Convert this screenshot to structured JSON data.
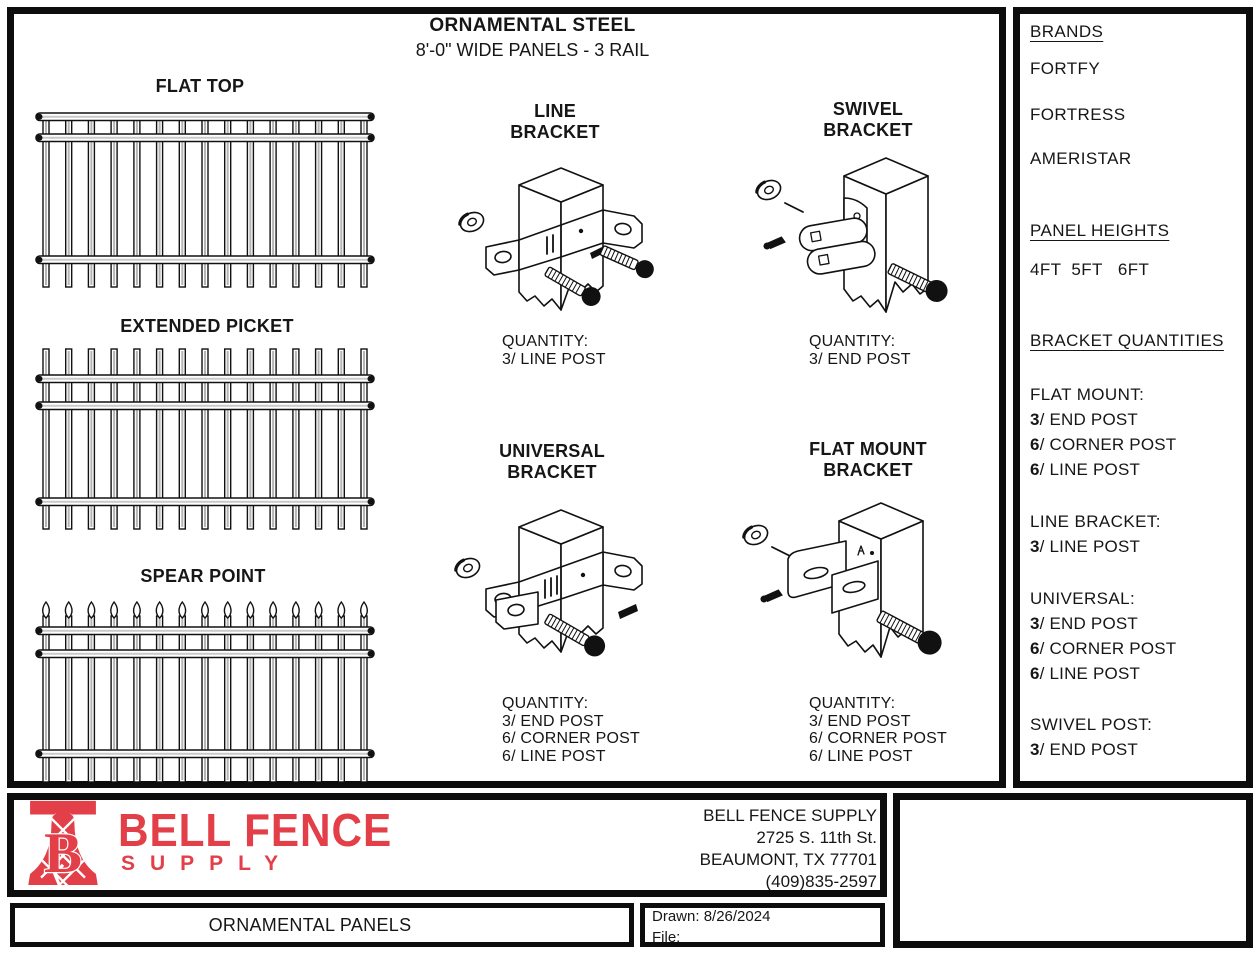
{
  "header": {
    "title": "ORNAMENTAL STEEL",
    "subtitle": "8'-0\" WIDE PANELS - 3 RAIL"
  },
  "panels": [
    {
      "label": "FLAT TOP",
      "style": "flat-top"
    },
    {
      "label": "EXTENDED PICKET",
      "style": "extended-picket"
    },
    {
      "label": "SPEAR POINT",
      "style": "spear-point"
    }
  ],
  "brackets": [
    {
      "name_line1": "LINE",
      "name_line2": "BRACKET",
      "quantity_heading": "QUANTITY:",
      "quantities": [
        "3/ LINE POST"
      ]
    },
    {
      "name_line1": "SWIVEL",
      "name_line2": "BRACKET",
      "quantity_heading": "QUANTITY:",
      "quantities": [
        "3/ END POST"
      ]
    },
    {
      "name_line1": "UNIVERSAL",
      "name_line2": "BRACKET",
      "quantity_heading": "QUANTITY:",
      "quantities": [
        "3/ END POST",
        "6/ CORNER POST",
        "6/ LINE POST"
      ]
    },
    {
      "name_line1": "FLAT MOUNT",
      "name_line2": "BRACKET",
      "quantity_heading": "QUANTITY:",
      "quantities": [
        "3/ END POST",
        "6/ CORNER POST",
        "6/ LINE POST"
      ]
    }
  ],
  "sidebar": {
    "brands": {
      "heading": "BRANDS",
      "items": [
        "FORTFY",
        "FORTRESS",
        "AMERISTAR"
      ]
    },
    "panel_heights": {
      "heading": "PANEL HEIGHTS",
      "value": "4FT  5FT   6FT"
    },
    "bracket_quantities": {
      "heading": "BRACKET QUANTITIES",
      "groups": [
        {
          "name": "FLAT MOUNT:",
          "rows": [
            [
              "3",
              "/ END POST"
            ],
            [
              "6",
              "/ CORNER POST"
            ],
            [
              "6",
              "/ LINE POST"
            ]
          ]
        },
        {
          "name": "LINE BRACKET:",
          "rows": [
            [
              "3",
              "/ LINE POST"
            ]
          ]
        },
        {
          "name": "UNIVERSAL:",
          "rows": [
            [
              "3",
              "/ END POST"
            ],
            [
              "6",
              "/ CORNER POST"
            ],
            [
              "6",
              "/ LINE POST"
            ]
          ]
        },
        {
          "name": "SWIVEL POST:",
          "rows": [
            [
              "3",
              "/ END POST"
            ]
          ]
        }
      ]
    }
  },
  "title_block": {
    "logo": {
      "name": "BELL FENCE",
      "subname": "SUPPLY",
      "monogram": "B",
      "color": "#e23f49"
    },
    "address_lines": [
      "BELL FENCE SUPPLY",
      "2725 S. 11th St.",
      "BEAUMONT, TX 77701",
      "(409)835-2597"
    ],
    "drawing_title": "ORNAMENTAL PANELS",
    "drawn_label": "Drawn:",
    "drawn_date": "8/26/2024",
    "file_label": "File:"
  },
  "colors": {
    "brand_red": "#e23f49",
    "ink": "#161616"
  }
}
